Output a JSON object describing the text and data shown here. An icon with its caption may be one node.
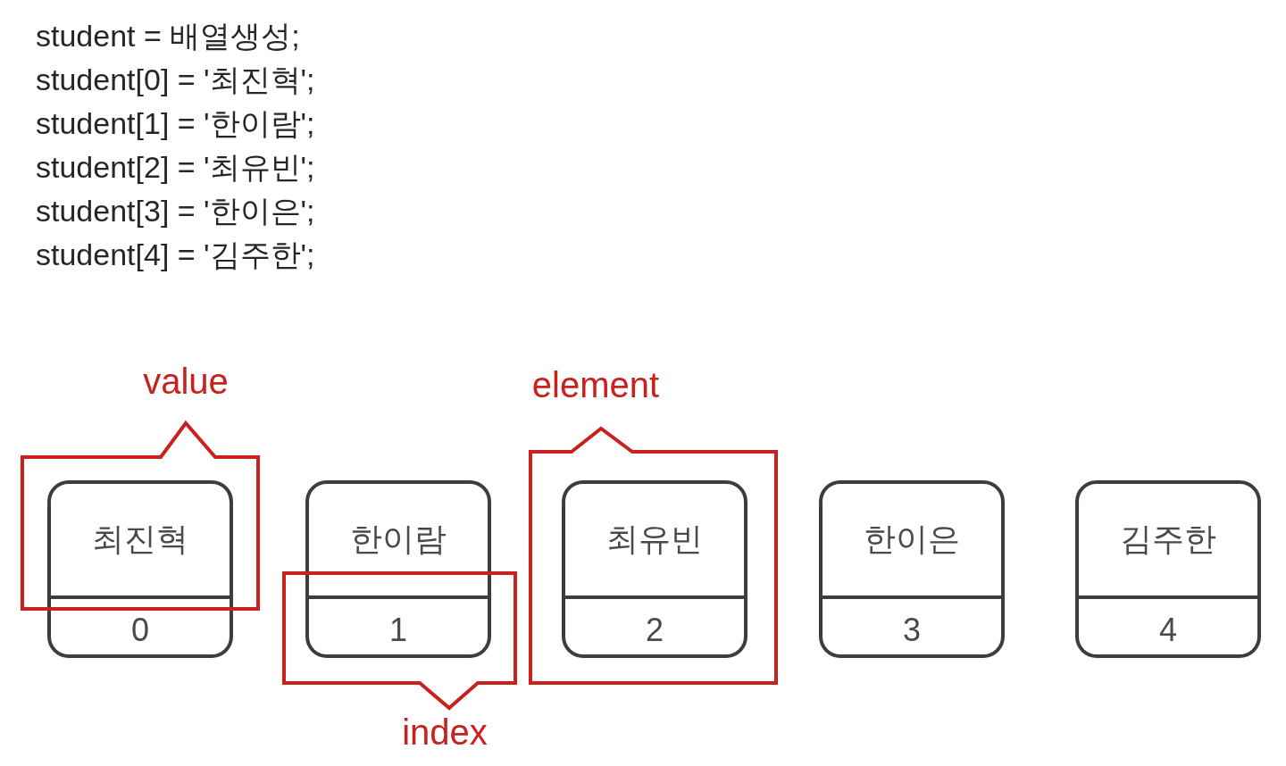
{
  "diagram": {
    "nodes": [
      {
        "text": [
          "value"
        ]
      },
      {
        "text": [
          "element"
        ]
      },
      {
        "text": [
          "최진혁"
        ],
        "in": 0
      },
      {
        "text": [
          "한이람"
        ]
      },
      {
        "text": [
          "최유빈"
        ],
        "in": 1
      },
      {
        "text": [
          "한이은"
        ]
      },
      {
        "text": [
          "김주한"
        ]
      },
      {
        "text": [
          "index"
        ]
      },
      {
        "text": [
          "0"
        ]
      },
      {
        "text": [
          "1"
        ],
        "in": 7
      },
      {
        "text": [
          "2"
        ],
        "in": 1
      },
      {
        "text": [
          "3"
        ]
      },
      {
        "text": [
          "4"
        ]
      }
    ],
    "labels": [
      "student = 배열생성;",
      "student[0] = '최진혁';",
      "student[1] = '한이람';",
      "student[2] = '최유빈';",
      "student[3] = '한이은';",
      "student[4] = '김주한';"
    ]
  }
}
